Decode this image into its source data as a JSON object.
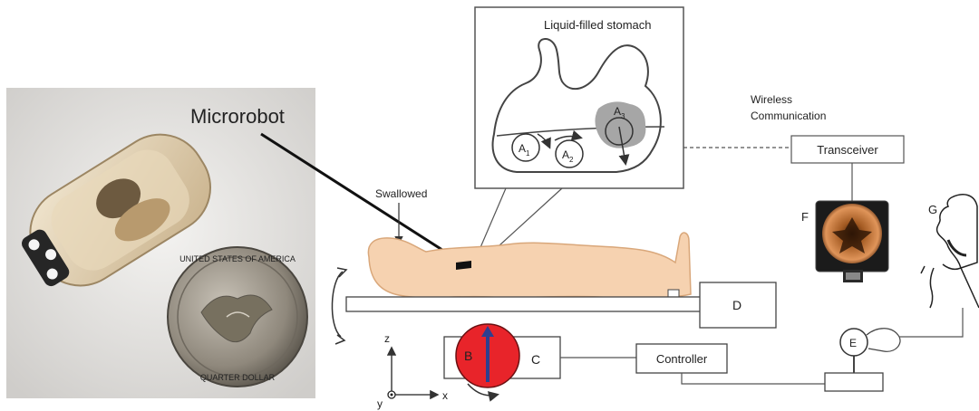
{
  "photo": {
    "caption": "Microrobot",
    "coin_engraving": [
      "UNITED STATES OF AMERICA",
      "QUARTER DOLLAR"
    ]
  },
  "stomach_panel": {
    "title": "Liquid-filled stomach",
    "regions": [
      {
        "base": "A",
        "sub": "1"
      },
      {
        "base": "A",
        "sub": "2"
      },
      {
        "base": "A",
        "sub": "3"
      }
    ]
  },
  "labels": {
    "swallowed": "Swallowed",
    "wireless": [
      "Wireless",
      "Communication"
    ],
    "transceiver": "Transceiver",
    "controller": "Controller",
    "box_c": "C",
    "box_d": "D",
    "magnet_b": "B",
    "circle_e": "E",
    "monitor_f": "F",
    "operator_g": "G"
  },
  "axes": {
    "z": "z",
    "x": "x",
    "y": "y"
  },
  "colors": {
    "magnet_fill": "#e8242a",
    "magnet_arrow": "#2d3f8f",
    "body_fill": "#f6d2b0",
    "body_stroke": "#d9a77a",
    "tumor_fill": "#a6a6a6",
    "line": "#444444"
  }
}
